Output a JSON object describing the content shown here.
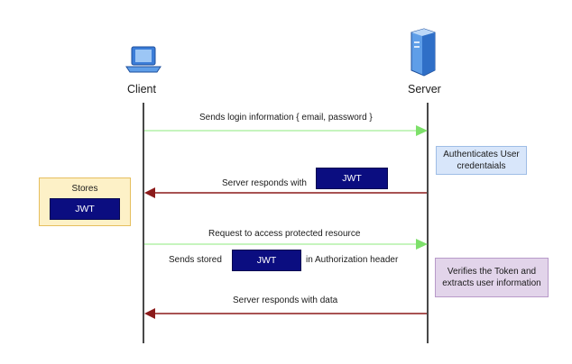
{
  "actors": {
    "client": "Client",
    "server": "Server"
  },
  "messages": [
    "Sends login information { email, password }",
    "Server responds with",
    "Request to access protected resource",
    "Sends stored",
    "in Authorization header",
    "Server responds with data"
  ],
  "token_label": "JWT",
  "notes": {
    "stores_title": "Stores",
    "authenticates_line1": "Authenticates User",
    "authenticates_line2": "credentaials",
    "verifies_line1": "Verifies the Token and",
    "verifies_line2": "extracts user information"
  },
  "colors": {
    "request_arrow": "#b4f0a8",
    "request_arrowhead": "#7de06a",
    "response_arrow": "#8b1a1a",
    "lifeline": "#1a1a1a",
    "jwt_fill": "#0b0d80",
    "stores_fill": "#fdf1c7",
    "stores_border": "#e6bf5e",
    "auth_fill": "#d8e6fa",
    "auth_border": "#9fbde6",
    "verify_fill": "#e2d4ea",
    "verify_border": "#b89ac9"
  },
  "icons": {
    "client": "laptop-icon",
    "server": "server-tower-icon"
  }
}
